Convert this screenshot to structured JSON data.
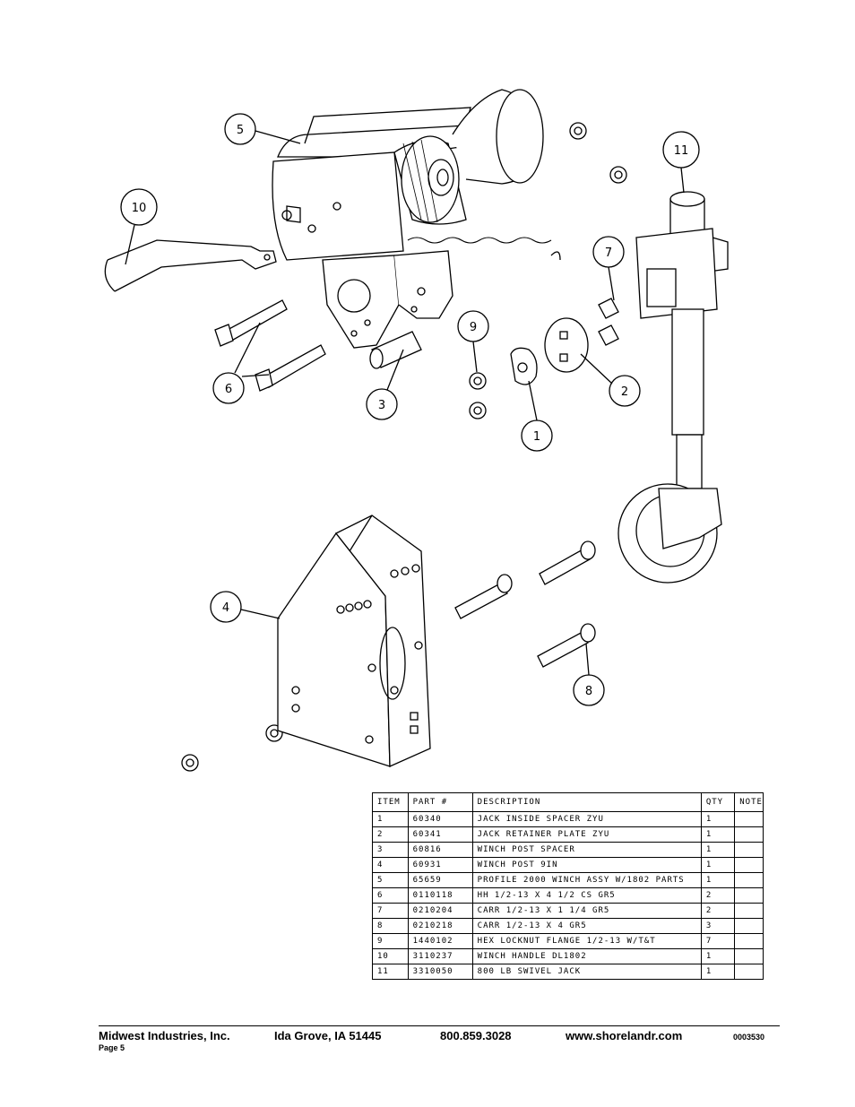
{
  "callouts": [
    "5",
    "10",
    "11",
    "7",
    "6",
    "9",
    "3",
    "1",
    "2",
    "4",
    "8"
  ],
  "table": {
    "headers": [
      "ITEM",
      "PART #",
      "DESCRIPTION",
      "QTY",
      "NOTE"
    ],
    "rows": [
      [
        "1",
        "60340",
        "JACK INSIDE SPACER ZYU",
        "1",
        ""
      ],
      [
        "2",
        "60341",
        "JACK RETAINER PLATE ZYU",
        "1",
        ""
      ],
      [
        "3",
        "60816",
        "WINCH POST SPACER",
        "1",
        ""
      ],
      [
        "4",
        "60931",
        "WINCH POST 9IN",
        "1",
        ""
      ],
      [
        "5",
        "65659",
        "PROFILE 2000 WINCH ASSY W/1802 PARTS",
        "1",
        ""
      ],
      [
        "6",
        "0110118",
        "HH 1/2-13 X 4 1/2 CS GR5",
        "2",
        ""
      ],
      [
        "7",
        "0210204",
        "CARR 1/2-13 X 1 1/4 GR5",
        "2",
        ""
      ],
      [
        "8",
        "0210218",
        "CARR 1/2-13 X 4 GR5",
        "3",
        ""
      ],
      [
        "9",
        "1440102",
        "HEX LOCKNUT FLANGE 1/2-13 W/T&T",
        "7",
        ""
      ],
      [
        "10",
        "3110237",
        "WINCH HANDLE  DL1802",
        "1",
        ""
      ],
      [
        "11",
        "3310050",
        "800 LB SWIVEL JACK",
        "1",
        ""
      ]
    ]
  },
  "footer": {
    "company": "Midwest Industries, Inc.",
    "city": "Ida Grove, IA  51445",
    "phone": "800.859.3028",
    "website": "www.shorelandr.com",
    "doc_number": "0003530",
    "page": "Page 5"
  }
}
